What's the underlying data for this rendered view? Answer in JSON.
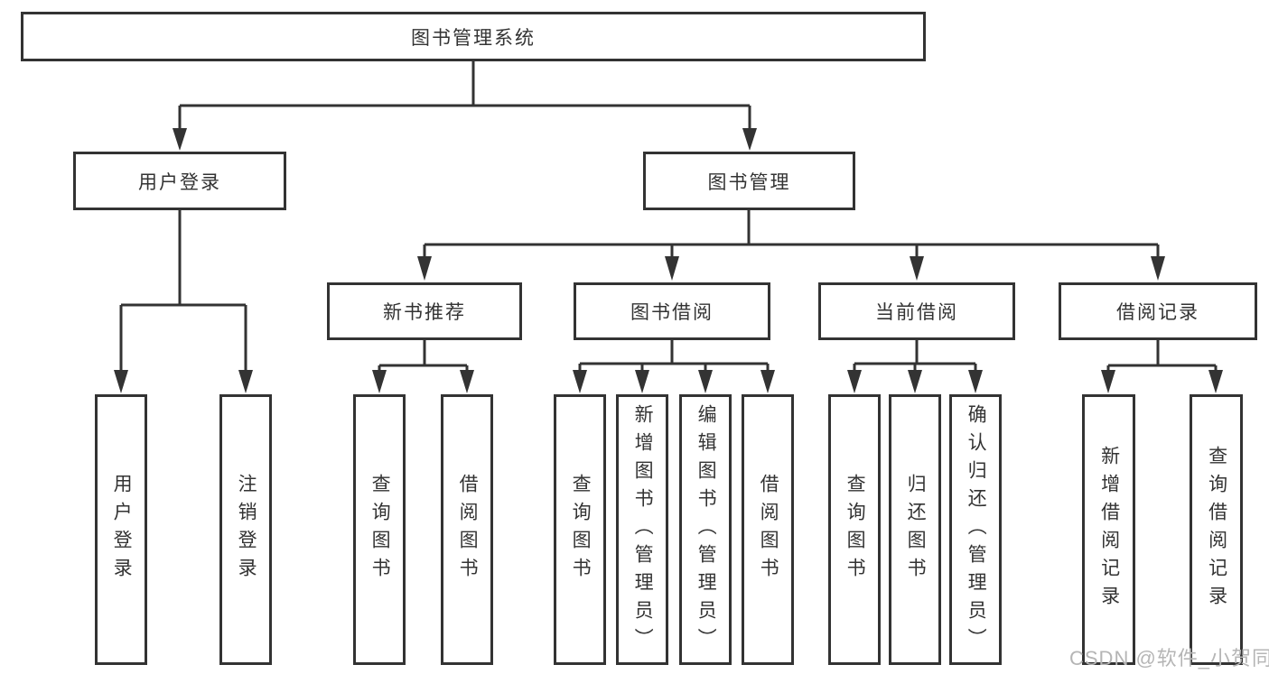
{
  "diagram": {
    "type": "hierarchy-tree",
    "nodes": {
      "root": "图书管理系统",
      "level2": {
        "userLogin": "用户登录",
        "bookMgmt": "图书管理"
      },
      "level3": {
        "newBooks": "新书推荐",
        "bookBorrow": "图书借阅",
        "currentBorrow": "当前借阅",
        "borrowRecords": "借阅记录"
      },
      "leaves": {
        "userLogin": [
          "用户登录",
          "注销登录"
        ],
        "newBooks": [
          "查询图书",
          "借阅图书"
        ],
        "bookBorrow": [
          "查询图书",
          "新增图书（管理员）",
          "编辑图书（管理员）",
          "借阅图书"
        ],
        "currentBorrow": [
          "查询图书",
          "归还图书",
          "确认归还（管理员）"
        ],
        "borrowRecords": [
          "新增借阅记录",
          "查询借阅记录"
        ]
      }
    },
    "edges": [
      "图书管理系统→用户登录",
      "图书管理系统→图书管理",
      "用户登录→用户登录",
      "用户登录→注销登录",
      "图书管理→新书推荐",
      "图书管理→图书借阅",
      "图书管理→当前借阅",
      "图书管理→借阅记录",
      "新书推荐→查询图书",
      "新书推荐→借阅图书",
      "图书借阅→查询图书",
      "图书借阅→新增图书（管理员）",
      "图书借阅→编辑图书（管理员）",
      "图书借阅→借阅图书",
      "当前借阅→查询图书",
      "当前借阅→归还图书",
      "当前借阅→确认归还（管理员）",
      "借阅记录→新增借阅记录",
      "借阅记录→查询借阅记录"
    ],
    "colors": {
      "line": "#333333",
      "text": "#333333",
      "box_fill": "#ffffff",
      "background": "#ffffff",
      "watermark": "#b5b5b5"
    }
  },
  "watermark": "CSDN @软件_小贺同学"
}
